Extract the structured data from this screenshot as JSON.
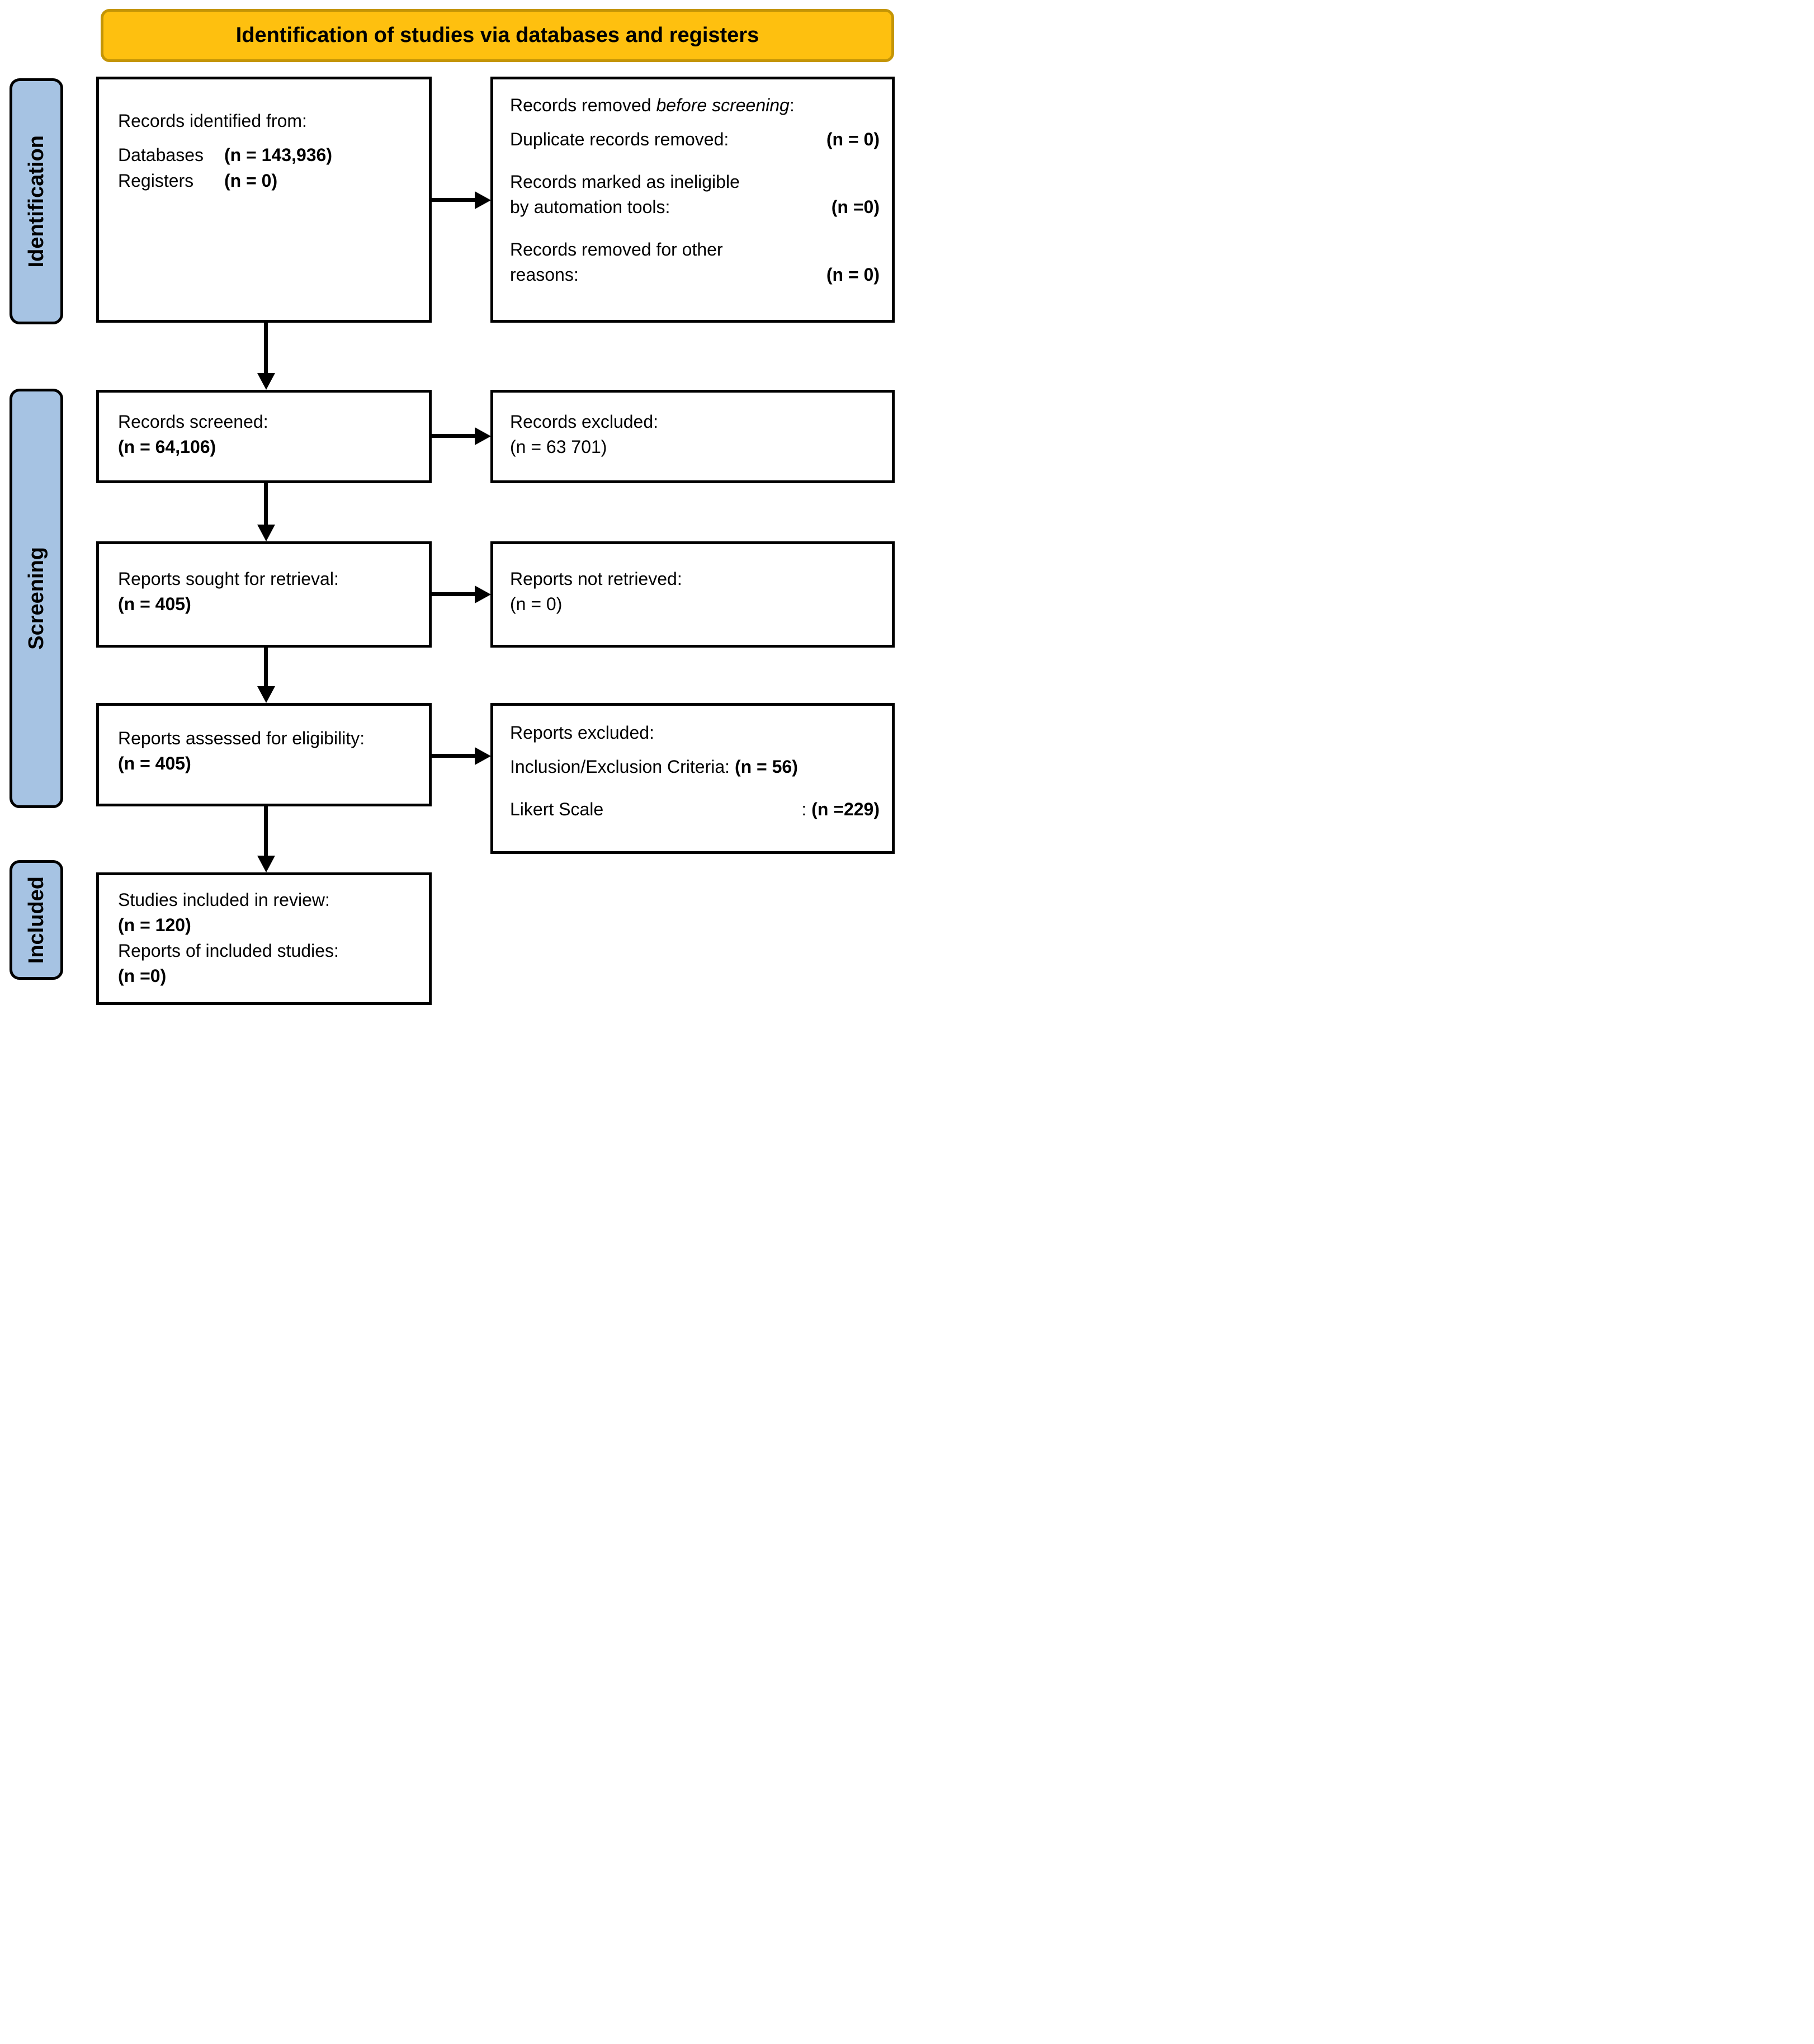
{
  "banner": {
    "title": "Identification of studies via databases and registers"
  },
  "sidebar": {
    "identification": "Identification",
    "screening": "Screening",
    "included": "Included"
  },
  "colors": {
    "banner_fill": "#FEC00F",
    "banner_border": "#C49506",
    "tab_fill": "#A6C3E3",
    "box_border": "#000000"
  },
  "boxes": {
    "identified": {
      "heading": "Records identified from:",
      "rows": [
        {
          "label": "Databases",
          "value": "(n = 143,936)"
        },
        {
          "label": "Registers",
          "value": "(n = 0)"
        }
      ]
    },
    "removed": {
      "heading_prefix": "Records removed ",
      "heading_italic": "before screening",
      "heading_suffix": ":",
      "entries": [
        {
          "line1": "Duplicate records removed:",
          "value": "(n = 0)"
        },
        {
          "line1": "Records marked as ineligible",
          "line2": "by automation tools:",
          "value": "(n =0)"
        },
        {
          "line1": "Records removed for other",
          "line2": "reasons:",
          "value": "(n = 0)"
        }
      ]
    },
    "screened": {
      "line1": "Records screened:",
      "value": "(n = 64,106)"
    },
    "records_excluded": {
      "line1": "Records excluded:",
      "value": "(n = 63 701)"
    },
    "sought": {
      "line1": "Reports sought for retrieval:",
      "value": "(n = 405)"
    },
    "not_retrieved": {
      "line1": "Reports not retrieved:",
      "value": "(n = 0)"
    },
    "assessed": {
      "line1": "Reports assessed for eligibility:",
      "value": "(n = 405)"
    },
    "reports_excluded": {
      "heading": "Reports excluded:",
      "entries": [
        {
          "label": "Inclusion/Exclusion Criteria:",
          "sep": "",
          "value": "(n = 56)"
        },
        {
          "label": "Likert Scale",
          "sep": ": ",
          "value": "(n =229)"
        }
      ]
    },
    "included": {
      "line1": "Studies included in review:",
      "value1": "(n = 120)",
      "line2": "Reports of included studies:",
      "value2": "(n =0)"
    }
  }
}
